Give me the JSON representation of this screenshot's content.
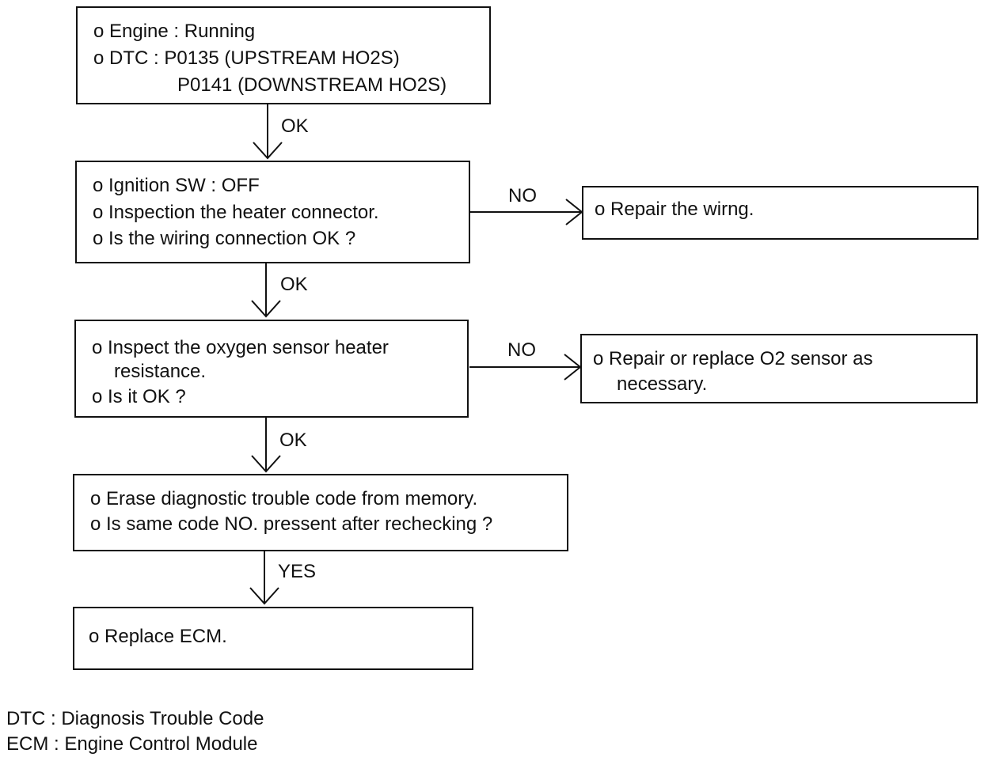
{
  "boxes": {
    "start": {
      "lines": [
        "o  Engine : Running",
        "o  DTC : P0135 (UPSTREAM HO2S)",
        "P0141 (DOWNSTREAM HO2S)"
      ]
    },
    "ignition": {
      "lines": [
        "o  Ignition SW : OFF",
        "o  Inspection the heater connector.",
        "o  Is the wiring connection OK ?"
      ]
    },
    "repair_wiring": {
      "lines": [
        "o  Repair the wirng."
      ]
    },
    "sensor": {
      "lines": [
        "o  Inspect the oxygen sensor heater",
        "resistance.",
        "o  Is it OK ?"
      ]
    },
    "repair_sensor": {
      "lines": [
        "o  Repair or replace O2 sensor as",
        "necessary."
      ]
    },
    "erase": {
      "lines": [
        "o  Erase diagnostic trouble code from memory.",
        "o  Is same code NO. pressent after rechecking ?"
      ]
    },
    "replace_ecm": {
      "lines": [
        "o  Replace ECM."
      ]
    }
  },
  "labels": {
    "ok1": "OK",
    "ok2": "OK",
    "ok3": "OK",
    "no1": "NO",
    "no2": "NO",
    "yes": "YES"
  },
  "legend": {
    "dtc": "DTC : Diagnosis Trouble Code",
    "ecm": "ECM : Engine Control Module"
  }
}
